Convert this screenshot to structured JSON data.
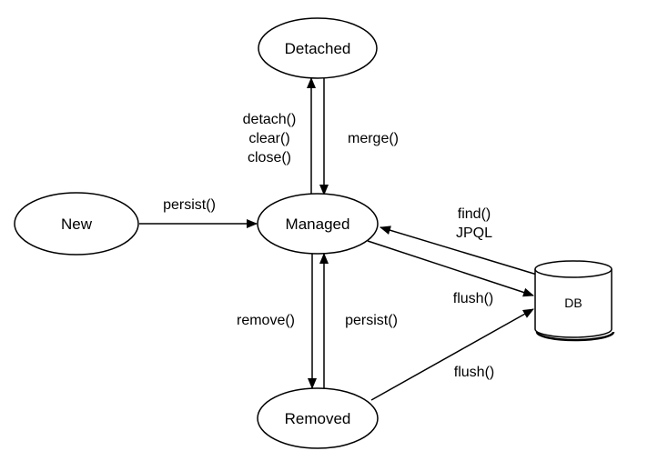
{
  "nodes": {
    "detached": "Detached",
    "new": "New",
    "managed": "Managed",
    "removed": "Removed",
    "db": "DB"
  },
  "edges": {
    "detach": [
      "detach()",
      "clear()",
      "close()"
    ],
    "merge": "merge()",
    "persist_new": "persist()",
    "find": [
      "find()",
      "JPQL"
    ],
    "flush_managed": "flush()",
    "remove": "remove()",
    "persist_removed": "persist()",
    "flush_removed": "flush()"
  },
  "colors": {
    "stroke": "#000000",
    "fill": "#ffffff"
  }
}
